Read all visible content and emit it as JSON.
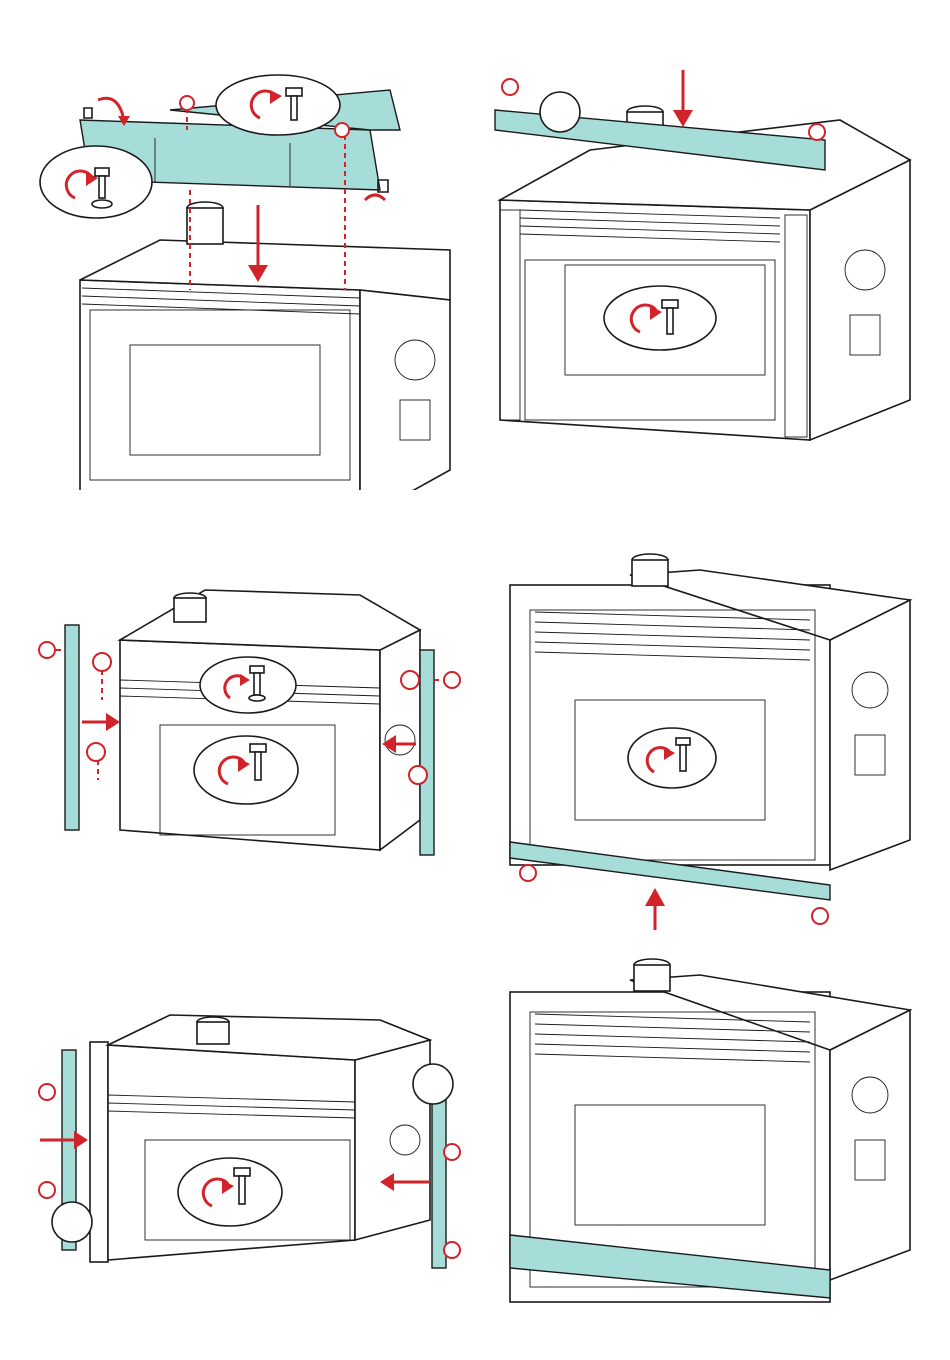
{
  "colors": {
    "trim_accent": "#a6ddd8",
    "arrow_red": "#d2232a",
    "line": "#1a1a1a"
  },
  "steps": [
    {
      "id": "step-1",
      "part": "top-trim-panel-with-brackets",
      "icons": [
        "rotate-clockwise-icon",
        "bolt-icon",
        "screw-icon"
      ]
    },
    {
      "id": "step-2",
      "part": "top-trim-strip",
      "icons": [
        "rotate-clockwise-icon",
        "bolt-icon",
        "screw-icon"
      ]
    },
    {
      "id": "step-3",
      "part": "side-trim-strips",
      "icons": [
        "rotate-clockwise-icon",
        "bolt-icon",
        "screw-icon"
      ]
    },
    {
      "id": "step-4",
      "part": "bottom-trim-strip",
      "icons": [
        "rotate-clockwise-icon",
        "bolt-icon",
        "screw-icon"
      ]
    },
    {
      "id": "step-5",
      "part": "side-trim-strips",
      "icons": [
        "rotate-clockwise-icon",
        "bolt-icon",
        "screw-icon"
      ]
    },
    {
      "id": "step-6",
      "part": "bottom-trim-installed",
      "icons": []
    }
  ]
}
